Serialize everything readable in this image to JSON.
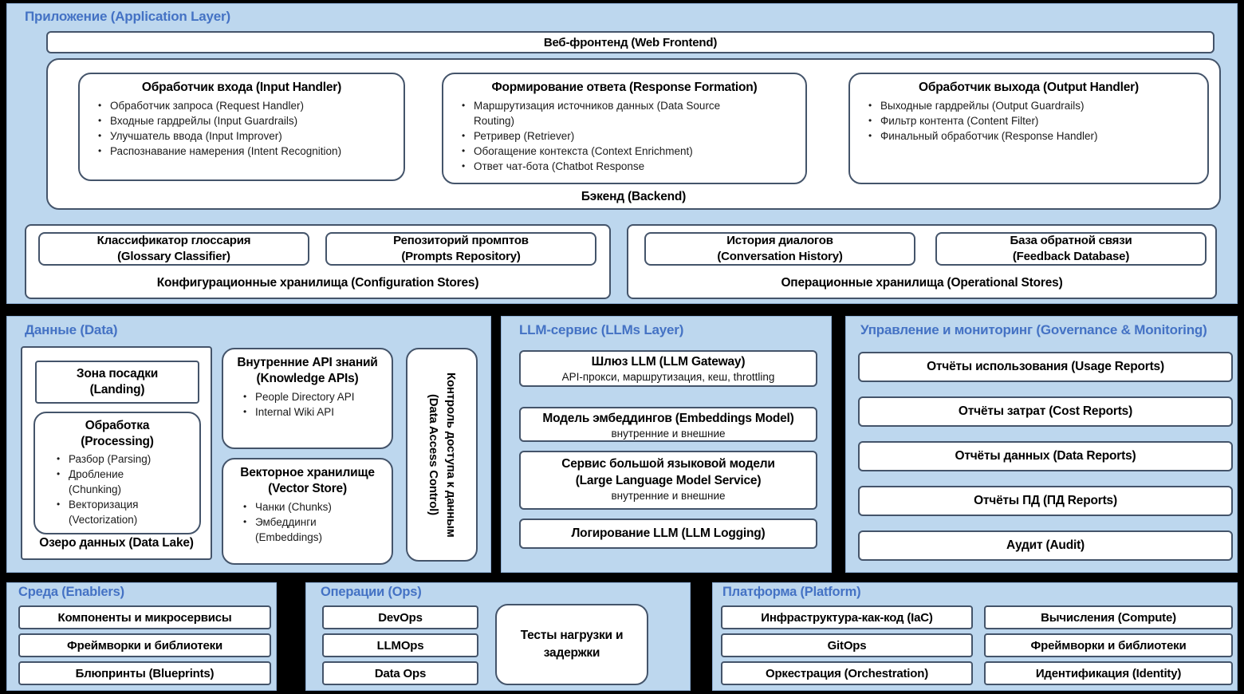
{
  "colors": {
    "background": "#000000",
    "section_bg": "#BDD7EE",
    "title_blue": "#4472C4",
    "box_border": "#44546A",
    "box_bg": "#FFFFFF"
  },
  "app": {
    "title": "Приложение (Application Layer)",
    "web_frontend": "Веб-фронтенд (Web Frontend)",
    "backend_label": "Бэкенд (Backend)",
    "input_handler": {
      "title": "Обработчик входа (Input Handler)",
      "bullets": [
        "Обработчик запроса (Request Handler)",
        "Входные гардрейлы (Input Guardrails)",
        "Улучшатель ввода (Input Improver)",
        "Распознавание намерения (Intent Recognition)"
      ]
    },
    "response_formation": {
      "title": "Формирование ответа (Response Formation)",
      "bullets": [
        "Маршрутизация источников данных (Data Source Routing)",
        "Ретривер (Retriever)",
        "Обогащение контекста (Context Enrichment)",
        "Ответ чат-бота (Chatbot Response"
      ]
    },
    "output_handler": {
      "title": "Обработчик выхода (Output Handler)",
      "bullets": [
        "Выходные гардрейлы (Output Guardrails)",
        "Фильтр контента (Content Filter)",
        "Финальный обработчик (Response Handler)"
      ]
    },
    "config_stores": {
      "label": "Конфигурационные хранилища (Configuration Stores)",
      "glossary": "Классификатор глоссария\n(Glossary Classifier)",
      "prompts": "Репозиторий промптов\n(Prompts Repository)"
    },
    "operational_stores": {
      "label": "Операционные хранилища (Operational Stores)",
      "history": "История диалогов\n(Conversation History)",
      "feedback": "База обратной связи\n(Feedback Database)"
    }
  },
  "data_layer": {
    "title": "Данные (Data)",
    "data_lake": {
      "label": "Озеро данных (Data Lake)",
      "landing": "Зона посадки\n(Landing)",
      "processing": {
        "title": "Обработка\n(Processing)",
        "bullets": [
          "Разбор (Parsing)",
          "Дробление (Chunking)",
          "Векторизация (Vectorization)"
        ]
      }
    },
    "knowledge_apis": {
      "title": "Внутренние API знаний\n(Knowledge APIs)",
      "bullets": [
        "People Directory API",
        "Internal Wiki API"
      ]
    },
    "vector_store": {
      "title": "Векторное хранилище\n(Vector Store)",
      "bullets": [
        "Чанки (Chunks)",
        "Эмбеддинги (Embeddings)"
      ]
    },
    "data_access_control": "Контроль доступа к данным\n(Data Access Control)"
  },
  "llm_layer": {
    "title": "LLM-сервис (LLMs Layer)",
    "gateway": {
      "title": "Шлюз LLM (LLM Gateway)",
      "subtitle": "API-прокси, маршрутизация, кеш, throttling"
    },
    "embeddings_model": {
      "title": "Модель эмбеддингов (Embeddings Model)",
      "subtitle": "внутренние и внешние"
    },
    "llm_service": {
      "title": "Сервис большой языковой модели\n(Large Language Model Service)",
      "subtitle": "внутренние и внешние"
    },
    "logging": "Логирование LLM (LLM Logging)"
  },
  "governance": {
    "title": "Управление и мониторинг (Governance & Monitoring)",
    "reports": [
      "Отчёты использования (Usage Reports)",
      "Отчёты затрат (Cost Reports)",
      "Отчёты данных (Data Reports)",
      "Отчёты ПД (ПД Reports)",
      "Аудит (Audit)"
    ]
  },
  "enablers": {
    "title": "Среда (Enablers)",
    "items": [
      "Компоненты и микросервисы",
      "Фреймворки и библиотеки",
      "Блюпринты (Blueprints)"
    ]
  },
  "ops": {
    "title": "Операции (Ops)",
    "items": [
      "DevOps",
      "LLMOps",
      "Data Ops"
    ],
    "load_tests": "Тесты нагрузки и\nзадержки"
  },
  "platform": {
    "title": "Платформа (Platform)",
    "left": [
      "Инфраструктура-как-код (IaC)",
      "GitOps",
      "Оркестрация (Orchestration)"
    ],
    "right": [
      "Вычисления (Compute)",
      "Фреймворки и библиотеки",
      "Идентификация (Identity)"
    ]
  }
}
